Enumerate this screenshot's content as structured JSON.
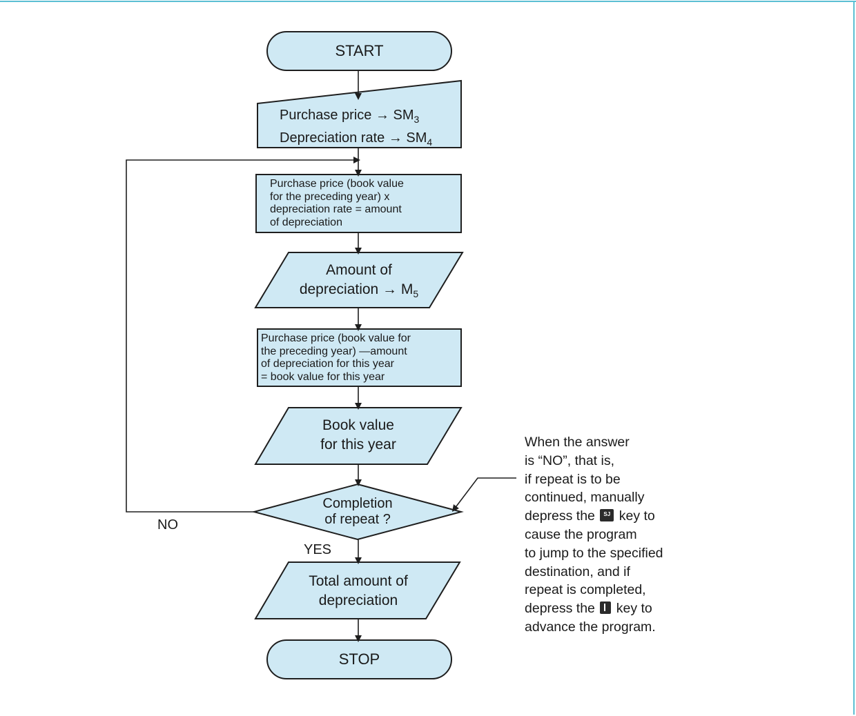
{
  "colors": {
    "fill": "#cfe9f4",
    "stroke": "#1e1e1e",
    "frame": "#5bbfd3"
  },
  "flowchart": {
    "start": "START",
    "input": {
      "line1": "Purchase price → SM",
      "line1_sub": "3",
      "line2": "Depreciation rate → SM",
      "line2_sub": "4"
    },
    "process1": [
      "Purchase price (book value",
      "for the preceding year) x",
      "depreciation rate = amount",
      "of depreciation"
    ],
    "output1": {
      "line1": "Amount of",
      "line2": "depreciation → M",
      "line2_sub": "5"
    },
    "process2": [
      "Purchase price (book value for",
      "the preceding year) —amount",
      "of depreciation for this year",
      "= book value for this year"
    ],
    "output2": [
      "Book value",
      "for this year"
    ],
    "decision": [
      "Completion",
      "of repeat ?"
    ],
    "yes_label": "YES",
    "no_label": "NO",
    "output3": [
      "Total amount of",
      "depreciation"
    ],
    "stop": "STOP"
  },
  "annotation": {
    "line1": "When the answer",
    "line2": "is “NO”, that is,",
    "line3": "if repeat is to be",
    "line4": "continued, manually",
    "line5a": "depress the",
    "line5b": "key to",
    "line6": "cause the program",
    "line7": "to jump to the specified",
    "line8": "destination, and if",
    "line9": "repeat is completed,",
    "line10a": "depress the",
    "line10b": "key to",
    "line11": "advance the program.",
    "sj_key_label": "SJ"
  }
}
